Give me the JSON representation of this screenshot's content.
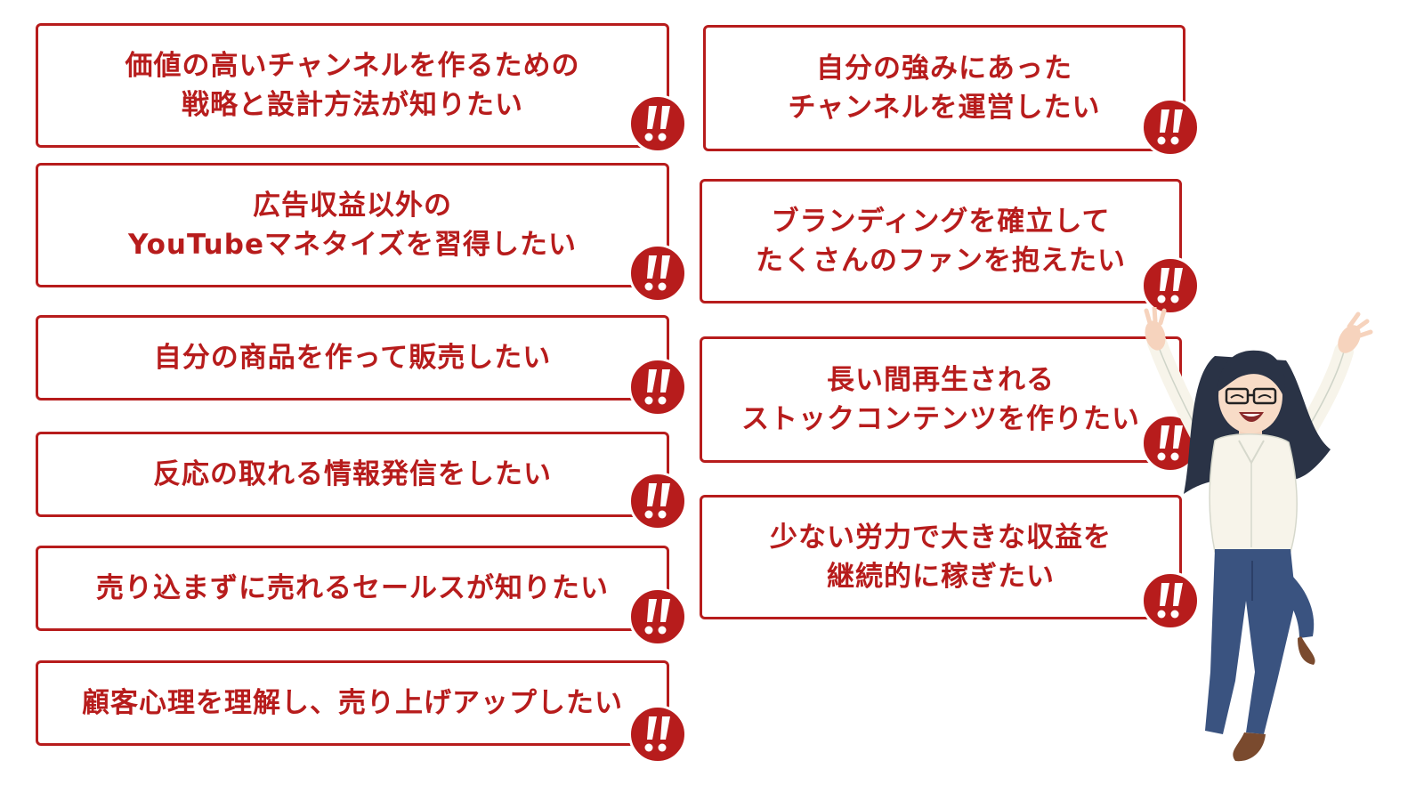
{
  "colors": {
    "accent": "#b71c1c",
    "background": "#ffffff"
  },
  "left_column": [
    {
      "text": "価値の高いチャンネルを作るための\n戦略と設計方法が知りたい"
    },
    {
      "text": "広告収益以外の\nYouTubeマネタイズを習得したい"
    },
    {
      "text": "自分の商品を作って販売したい"
    },
    {
      "text": "反応の取れる情報発信をしたい"
    },
    {
      "text": "売り込まずに売れるセールスが知りたい"
    },
    {
      "text": "顧客心理を理解し、売り上げアップしたい"
    }
  ],
  "right_column": [
    {
      "text": "自分の強みにあった\nチャンネルを運営したい"
    },
    {
      "text": "ブランディングを確立して\nたくさんのファンを抱えたい"
    },
    {
      "text": "長い間再生される\nストックコンテンツを作りたい"
    },
    {
      "text": "少ない労力で大きな収益を\n継続的に稼ぎたい"
    }
  ],
  "badge_icon": "double-exclamation-icon",
  "illustration": "cheering-woman-illustration"
}
